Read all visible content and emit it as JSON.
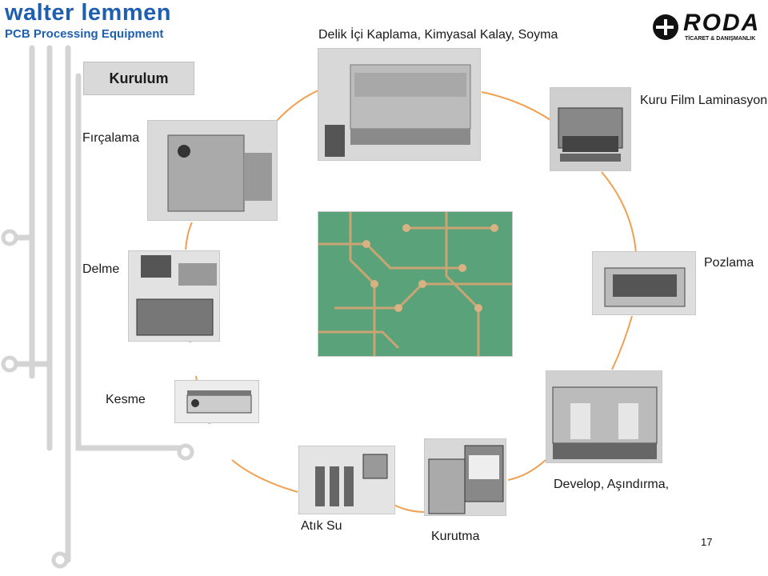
{
  "brand": {
    "line1": "walter lemmen",
    "line2": "PCB Processing Equipment"
  },
  "logo": {
    "name": "RODA",
    "tagline": "TİCARET & DANIŞMANLIK"
  },
  "center_label": "Kurulum",
  "steps": {
    "delik": "Delik İçi Kaplama, Kimyasal Kalay, Soyma",
    "laminasyon": "Kuru Film Laminasyon",
    "fircalama": "Fırçalama",
    "delme": "Delme",
    "pozlama": "Pozlama",
    "kesme": "Kesme",
    "develop": "Develop, Aşındırma,",
    "atiksu": "Atık Su",
    "kurutma": "Kurutma"
  },
  "page_number": "17",
  "colors": {
    "brand_blue": "#1f5fb0",
    "cycle_orange": "#f0a050",
    "circuit_grey": "#d4d4d4",
    "pcb_green": "#5aa37a"
  }
}
